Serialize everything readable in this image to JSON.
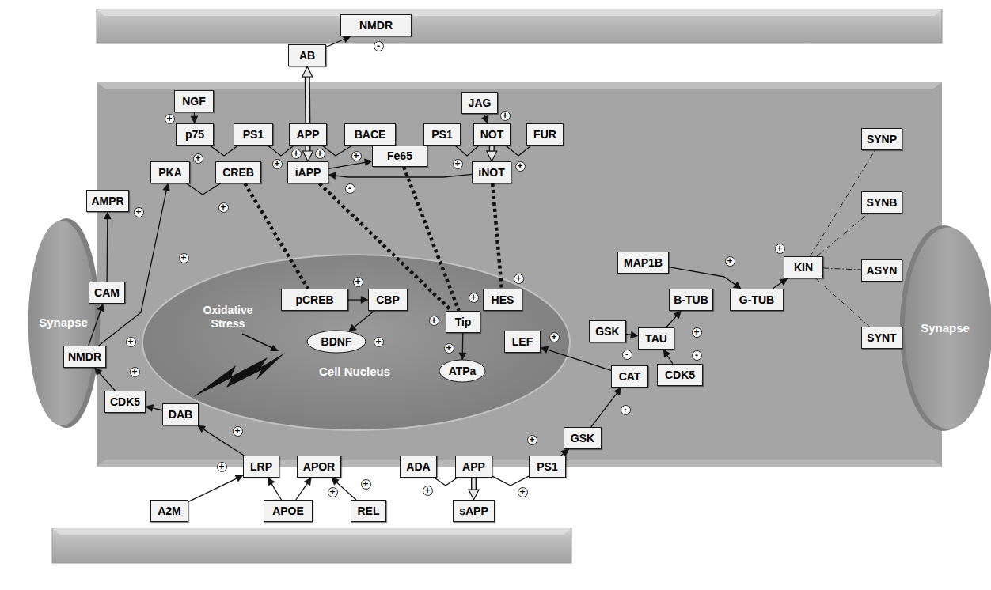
{
  "diagram": {
    "nodes": [
      {
        "text": [
          "NMDR"
        ]
      },
      {
        "text": [
          "AB"
        ]
      },
      {
        "text": [
          "NGF"
        ]
      },
      {
        "text": [
          "JAG"
        ]
      },
      {
        "text": [
          "p75"
        ]
      },
      {
        "text": [
          "PS1"
        ]
      },
      {
        "text": [
          "APP"
        ]
      },
      {
        "text": [
          "BACE"
        ]
      },
      {
        "text": [
          "PS1"
        ]
      },
      {
        "text": [
          "NOT"
        ]
      },
      {
        "text": [
          "FUR"
        ]
      },
      {
        "text": [
          "SYNP"
        ]
      },
      {
        "text": [
          "Fe65"
        ]
      },
      {
        "text": [
          "PKA"
        ]
      },
      {
        "text": [
          "CREB"
        ]
      },
      {
        "text": [
          "iAPP"
        ]
      },
      {
        "text": [
          "iNOT"
        ]
      },
      {
        "text": [
          "AMPR"
        ]
      },
      {
        "text": [
          "SYNB"
        ]
      },
      {
        "text": [
          "Synapse"
        ]
      },
      {
        "text": [
          "Synapse"
        ]
      },
      {
        "text": [
          "MAP1B"
        ]
      },
      {
        "text": [
          "KIN"
        ]
      },
      {
        "text": [
          "Cell Nucleus"
        ]
      },
      {
        "text": [
          "ASYN"
        ]
      },
      {
        "text": [
          "CAM"
        ]
      },
      {
        "text": [
          "pCREB"
        ],
        "in": 23
      },
      {
        "text": [
          "CBP"
        ],
        "in": 23
      },
      {
        "text": [
          "HES"
        ],
        "in": 23
      },
      {
        "text": [
          "B-TUB"
        ]
      },
      {
        "text": [
          "G-TUB"
        ]
      },
      {
        "text": [
          "Tip"
        ],
        "in": 23
      },
      {
        "text": [
          "GSK"
        ]
      },
      {
        "text": [
          "SYNT"
        ]
      },
      {
        "text": [
          "TAU"
        ]
      },
      {
        "text": [
          "BDNF"
        ],
        "in": 23
      },
      {
        "text": [
          "LEF"
        ],
        "in": 23
      },
      {
        "text": [
          "NMDR"
        ]
      },
      {
        "text": [
          "ATPa"
        ],
        "in": 23
      },
      {
        "text": [
          "CAT"
        ]
      },
      {
        "text": [
          "CDK5"
        ]
      },
      {
        "text": [
          "CDK5"
        ]
      },
      {
        "text": [
          "DAB"
        ]
      },
      {
        "text": [
          "GSK"
        ]
      },
      {
        "text": [
          "LRP"
        ]
      },
      {
        "text": [
          "APOR"
        ]
      },
      {
        "text": [
          "ADA"
        ]
      },
      {
        "text": [
          "APP"
        ]
      },
      {
        "text": [
          "PS1"
        ]
      },
      {
        "text": [
          "A2M"
        ]
      },
      {
        "text": [
          "APOE"
        ]
      },
      {
        "text": [
          "REL"
        ]
      },
      {
        "text": [
          "sAPP"
        ]
      }
    ],
    "edges": [
      {
        "from": 6,
        "to": 1,
        "arrow": "to"
      },
      {
        "from": 1,
        "to": 0,
        "arrow": "to"
      },
      {
        "from": 2,
        "to": 4,
        "arrow": "to"
      },
      {
        "from": 3,
        "to": 9,
        "arrow": "to"
      },
      {
        "from": 4,
        "to": 5,
        "arrow": "none"
      },
      {
        "from": 5,
        "to": 6,
        "arrow": "none"
      },
      {
        "from": 7,
        "to": 6,
        "arrow": "none"
      },
      {
        "from": 8,
        "to": 9,
        "arrow": "none"
      },
      {
        "from": 10,
        "to": 9,
        "arrow": "none"
      },
      {
        "from": 6,
        "to": 15,
        "arrow": "to"
      },
      {
        "from": 9,
        "to": 16,
        "arrow": "to"
      },
      {
        "from": 15,
        "to": 12,
        "arrow": "to"
      },
      {
        "from": 16,
        "to": 15,
        "arrow": "to"
      },
      {
        "from": 13,
        "to": 14,
        "arrow": "none"
      },
      {
        "from": 14,
        "to": 26,
        "arrow": "none"
      },
      {
        "from": 15,
        "to": 31,
        "arrow": "none"
      },
      {
        "from": 12,
        "to": 31,
        "arrow": "none"
      },
      {
        "from": 16,
        "to": 28,
        "arrow": "none"
      },
      {
        "from": 25,
        "to": 17,
        "arrow": "to"
      },
      {
        "from": 37,
        "to": 25,
        "arrow": "to"
      },
      {
        "from": 37,
        "to": 13,
        "arrow": "to"
      },
      {
        "from": 26,
        "to": 27,
        "arrow": "to"
      },
      {
        "from": 27,
        "to": 35,
        "arrow": "to"
      },
      {
        "from": 31,
        "to": 38,
        "arrow": "to"
      },
      {
        "from": 21,
        "to": 30,
        "arrow": "to"
      },
      {
        "from": 30,
        "to": 22,
        "arrow": "to"
      },
      {
        "from": 22,
        "to": 11,
        "arrow": "none"
      },
      {
        "from": 22,
        "to": 18,
        "arrow": "none"
      },
      {
        "from": 22,
        "to": 24,
        "arrow": "none"
      },
      {
        "from": 22,
        "to": 33,
        "arrow": "none"
      },
      {
        "from": 32,
        "to": 34,
        "arrow": "to"
      },
      {
        "from": 40,
        "to": 34,
        "arrow": "to"
      },
      {
        "from": 34,
        "to": 29,
        "arrow": "to"
      },
      {
        "from": 39,
        "to": 36,
        "arrow": "to"
      },
      {
        "from": 43,
        "to": 39,
        "arrow": "to"
      },
      {
        "from": 48,
        "to": 43,
        "arrow": "to"
      },
      {
        "from": 46,
        "to": 47,
        "arrow": "none"
      },
      {
        "from": 48,
        "to": 47,
        "arrow": "none"
      },
      {
        "from": 47,
        "to": 52,
        "arrow": "to"
      },
      {
        "from": 49,
        "to": 44,
        "arrow": "to"
      },
      {
        "from": 50,
        "to": 44,
        "arrow": "to"
      },
      {
        "from": 50,
        "to": 45,
        "arrow": "to"
      },
      {
        "from": 51,
        "to": 45,
        "arrow": "to"
      },
      {
        "from": 44,
        "to": 42,
        "arrow": "to"
      },
      {
        "from": 42,
        "to": 41,
        "arrow": "to"
      },
      {
        "from": 41,
        "to": 37,
        "arrow": "to"
      }
    ],
    "labels": [
      "-",
      "+",
      "+",
      "+",
      "+",
      "+",
      "+",
      "+",
      "+",
      "+",
      "-",
      "+",
      "+",
      "+",
      "+",
      "+",
      "+",
      "+",
      "+",
      "Oxidative Stress",
      "+",
      "+",
      "+",
      "+",
      "+",
      "+",
      "-",
      "-",
      "+",
      "-",
      "+",
      "+",
      "+",
      "+",
      "+",
      "+",
      "+"
    ]
  }
}
